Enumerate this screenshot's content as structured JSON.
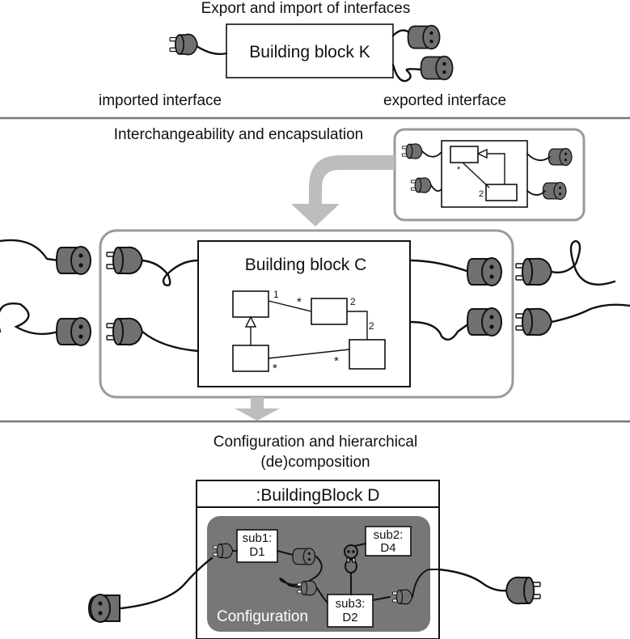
{
  "sections": {
    "export_import": {
      "title": "Export and import of interfaces",
      "block_label": "Building block K",
      "imported_label": "imported interface",
      "exported_label": "exported interface"
    },
    "interchangeability": {
      "title": "Interchangeability and encapsulation",
      "block_label": "Building block C",
      "mult_1": "1",
      "mult_star_a": "*",
      "mult_2a": "2",
      "mult_2b": "2",
      "mult_star_b": "*",
      "mult_star_c": "*",
      "small_star": "*",
      "small_2": "2"
    },
    "configuration": {
      "title_line1": "Configuration and hierarchical",
      "title_line2": "(de)composition",
      "block_label": ":BuildingBlock D",
      "area_label": "Configuration",
      "sub1_line1": "sub1:",
      "sub1_line2": "D1",
      "sub2_line1": "sub2:",
      "sub2_line2": "D4",
      "sub3_line1": "sub3:",
      "sub3_line2": "D2"
    }
  },
  "colors": {
    "plug": "#707070",
    "divider": "#777777",
    "frame": "#9a9a9a",
    "arrow": "#bdbdbd",
    "config_area": "#777777",
    "config_text": "#ffffff"
  }
}
